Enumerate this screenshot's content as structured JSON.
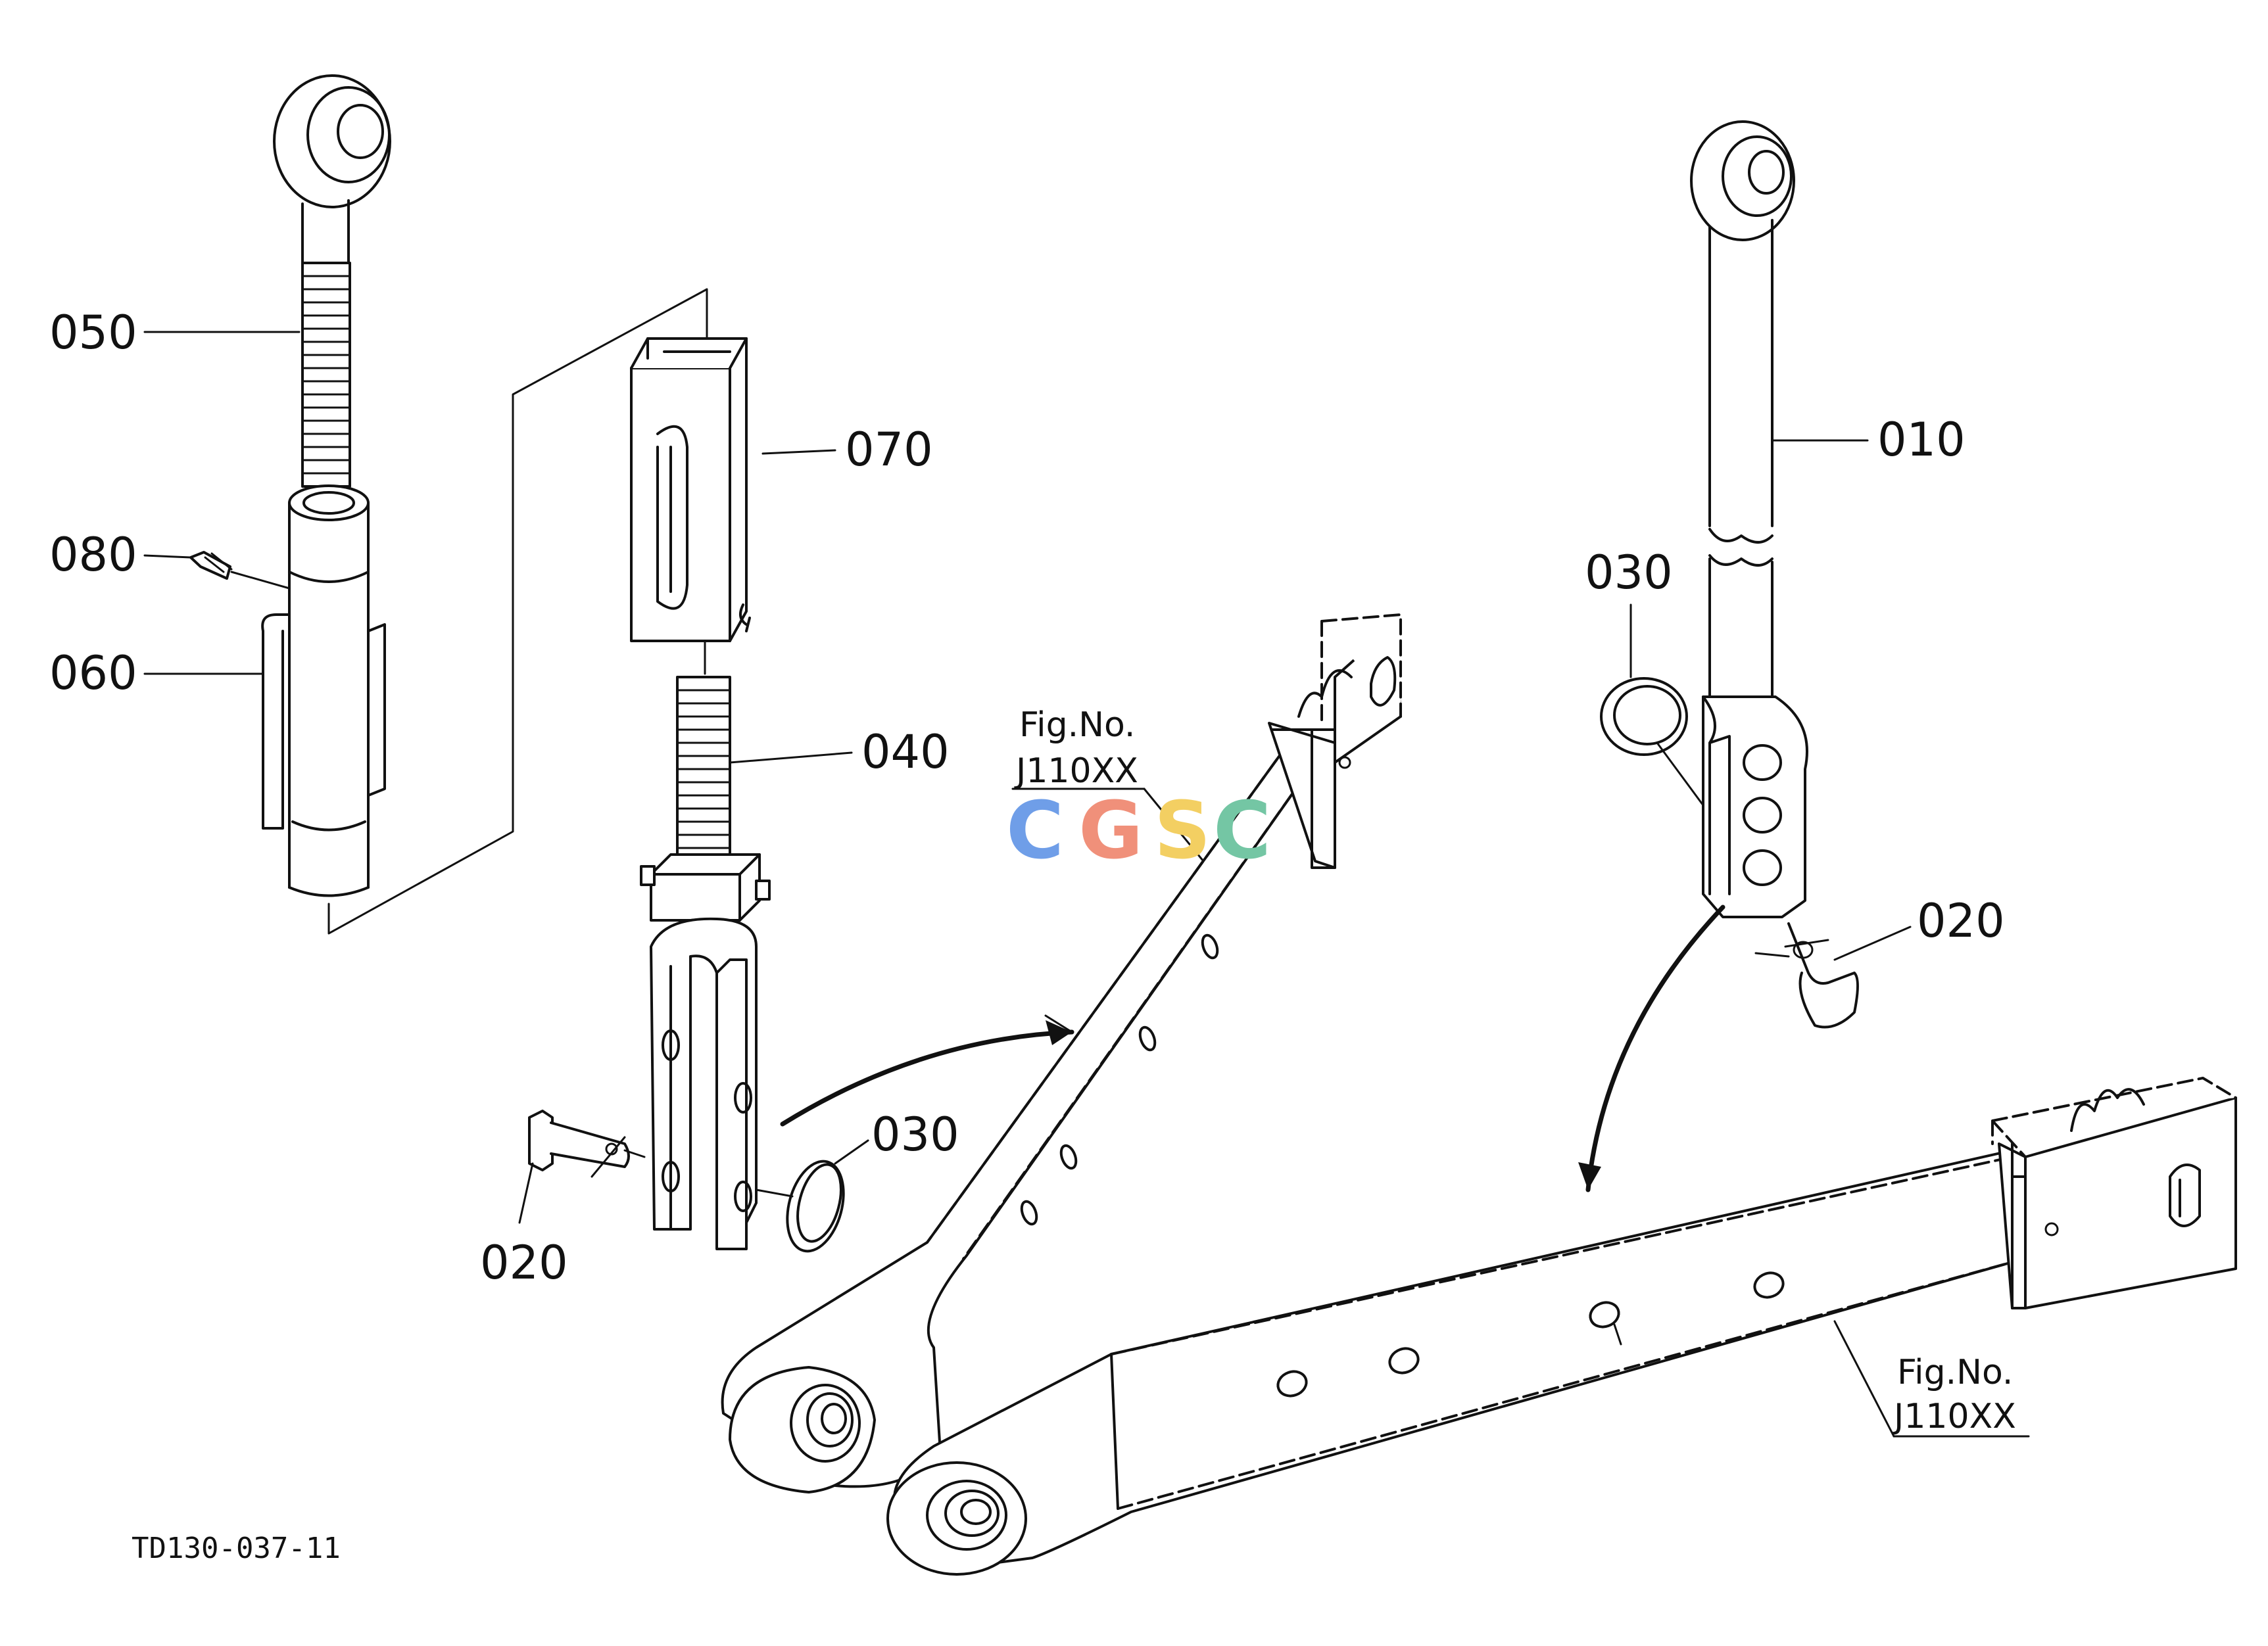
{
  "labels": {
    "p050": "050",
    "p080": "080",
    "p060": "060",
    "p070": "070",
    "p040": "040",
    "p030_left": "030",
    "p020_left": "020",
    "p010": "010",
    "p030_right": "030",
    "p020_right": "020"
  },
  "fig_refs": [
    {
      "line1": "Fig.No.",
      "line2": "J110XX"
    },
    {
      "line1": "Fig.No.",
      "line2": "J110XX"
    }
  ],
  "drawing_code": "TD130-037-11",
  "watermark": {
    "letters": [
      "C",
      "G",
      "S",
      "C"
    ],
    "colors": [
      "#6f9ee8",
      "#f0907a",
      "#f3cf62",
      "#74c6a4"
    ]
  }
}
